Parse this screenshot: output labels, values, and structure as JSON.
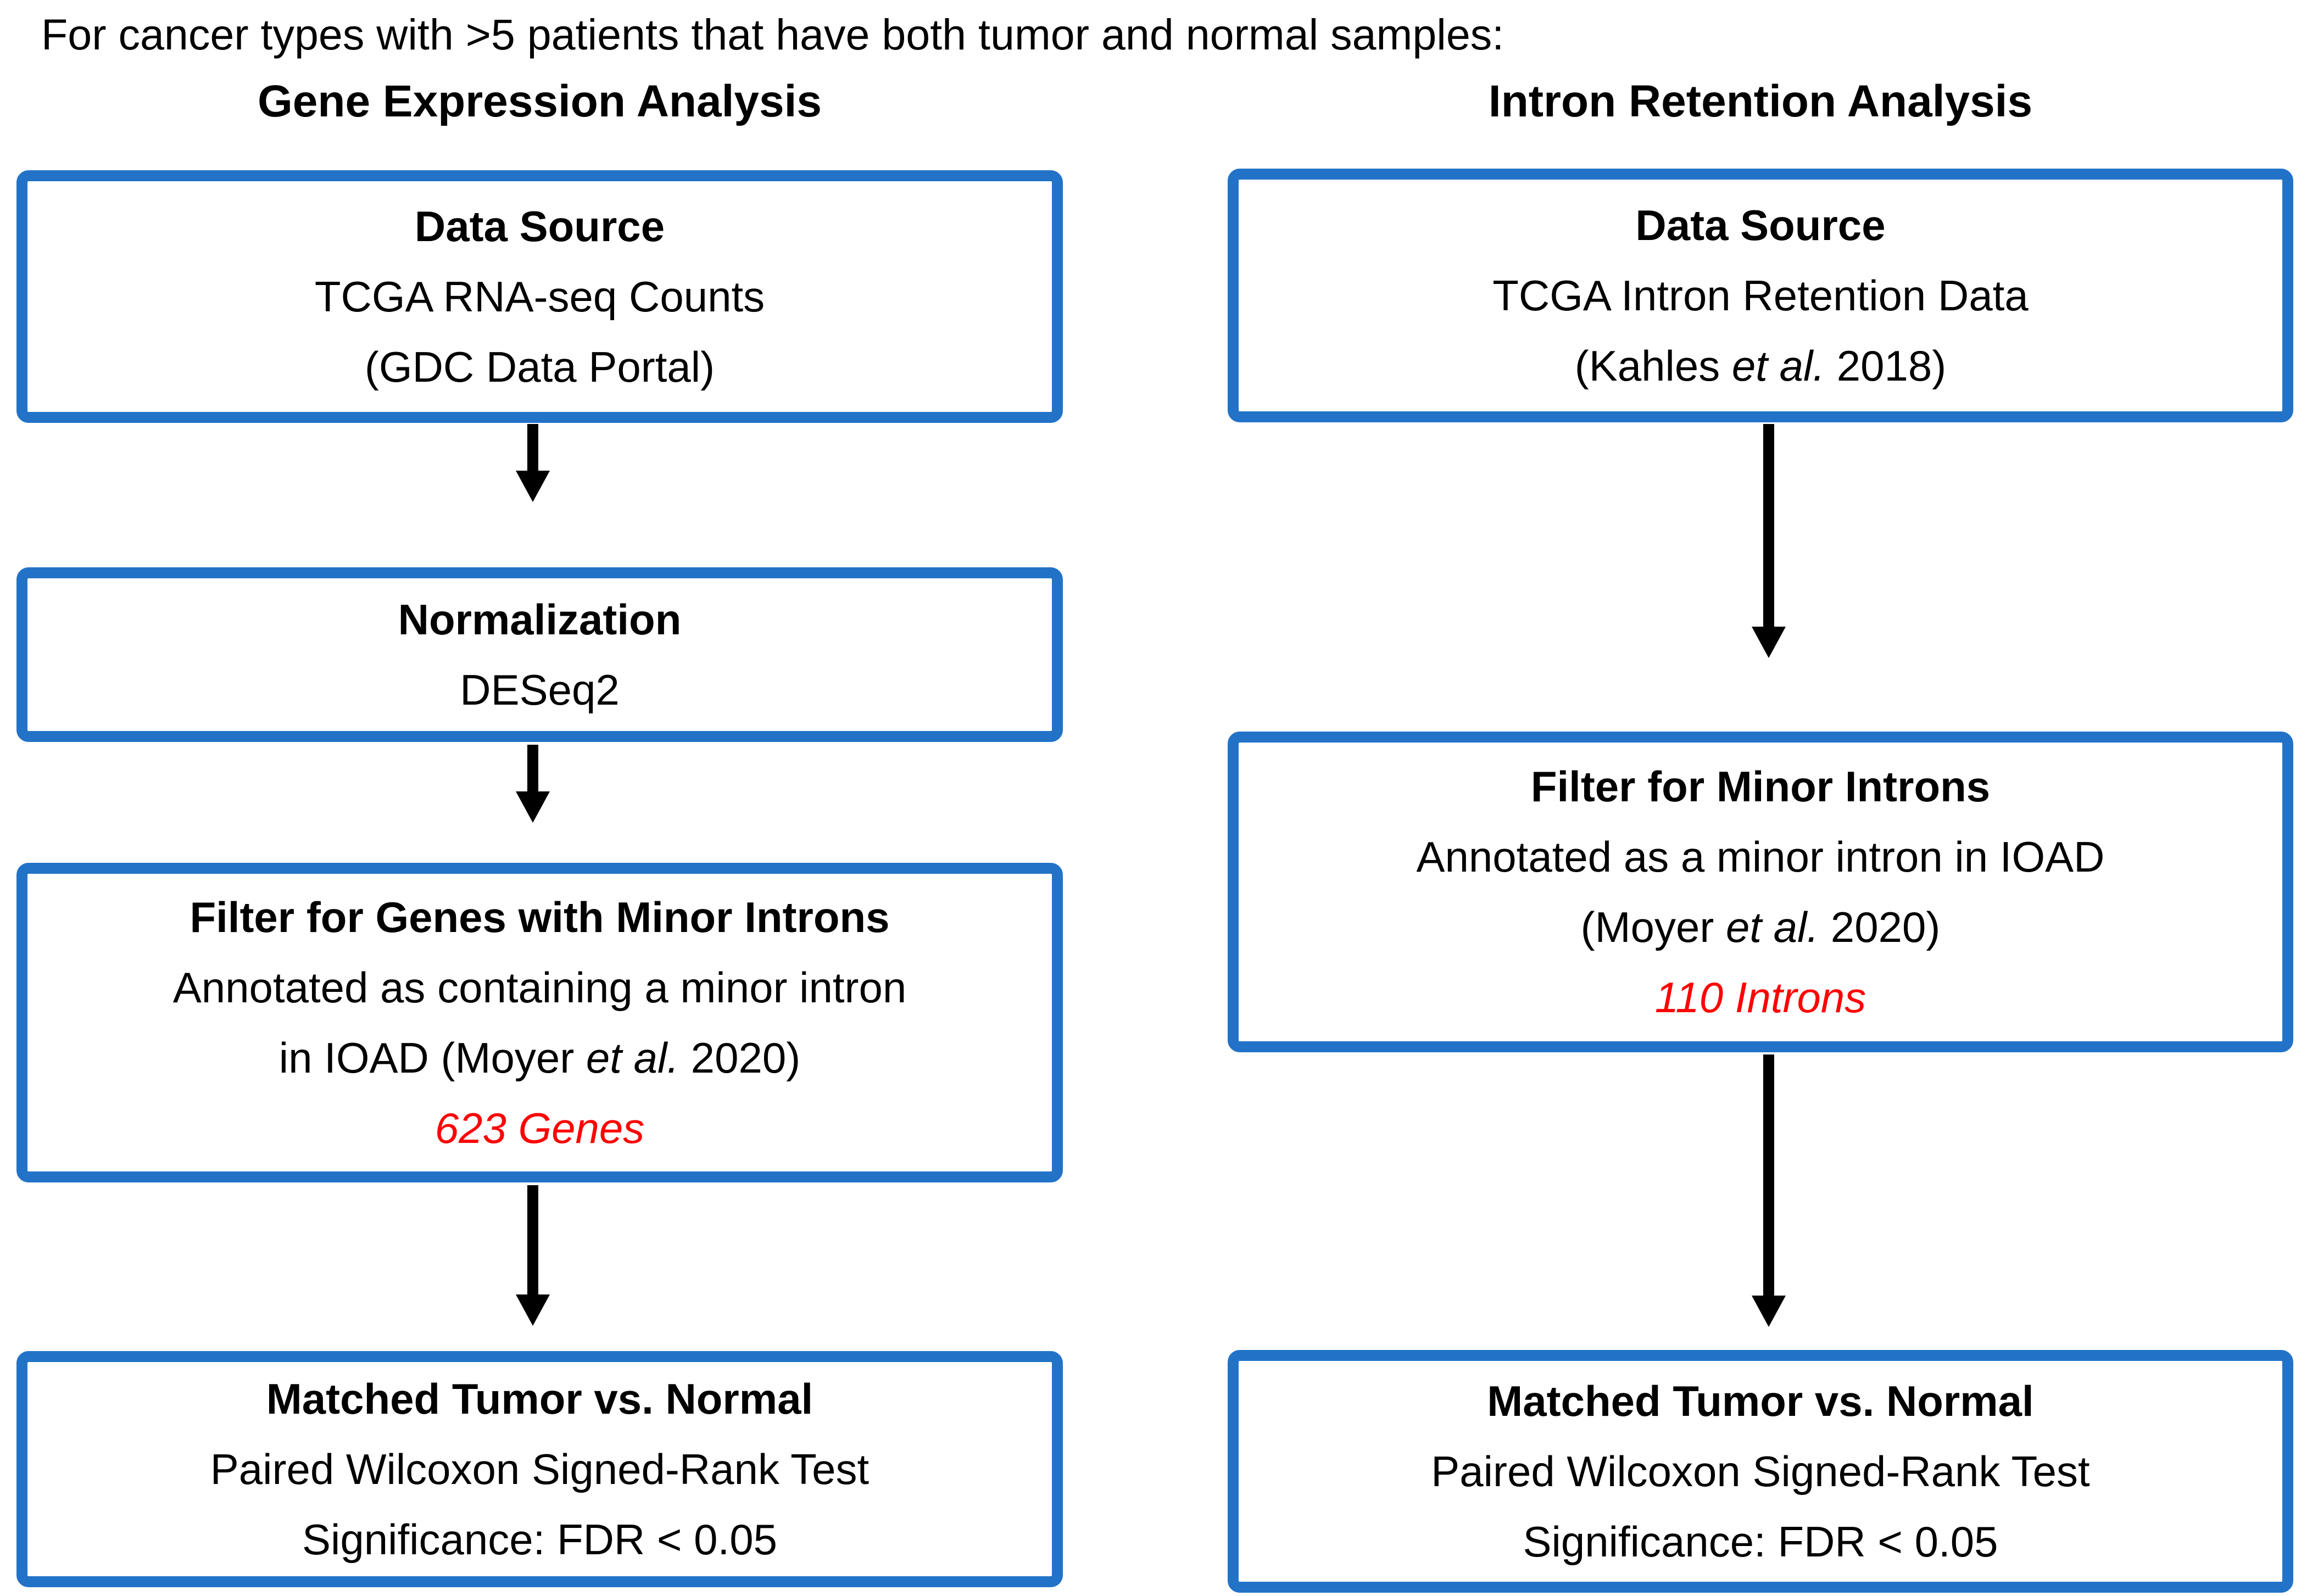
{
  "page_title": "For cancer types with >5 patients that have both tumor and normal samples:",
  "colors": {
    "box_border": "#2273C8",
    "result_text": "#FF0000",
    "arrow": "#000000"
  },
  "columns": {
    "left": {
      "header": "Gene Expression Analysis",
      "boxes": {
        "data_source": {
          "title": "Data Source",
          "line1": "TCGA RNA-seq Counts",
          "line2": "(GDC Data Portal)"
        },
        "normalization": {
          "title": "Normalization",
          "line1": "DESeq2"
        },
        "filter": {
          "title": "Filter for Genes with Minor Introns",
          "line1": "Annotated as containing a minor intron",
          "line2_pre": "in IOAD (Moyer ",
          "line2_italic": "et al.",
          "line2_post": " 2020)",
          "result": "623 Genes"
        },
        "matched": {
          "title": "Matched Tumor vs. Normal",
          "line1": "Paired Wilcoxon Signed-Rank Test",
          "line2": "Significance: FDR < 0.05"
        }
      }
    },
    "right": {
      "header": "Intron Retention Analysis",
      "boxes": {
        "data_source": {
          "title": "Data Source",
          "line1": "TCGA Intron Retention Data",
          "line2_pre": "(Kahles ",
          "line2_italic": "et al.",
          "line2_post": " 2018)"
        },
        "filter": {
          "title": "Filter for Minor Introns",
          "line1": "Annotated as a minor intron in IOAD",
          "line2_pre": "(Moyer ",
          "line2_italic": "et al.",
          "line2_post": " 2020)",
          "result": "110 Introns"
        },
        "matched": {
          "title": "Matched Tumor vs. Normal",
          "line1": "Paired Wilcoxon Signed-Rank Test",
          "line2": "Significance: FDR < 0.05"
        }
      }
    }
  }
}
